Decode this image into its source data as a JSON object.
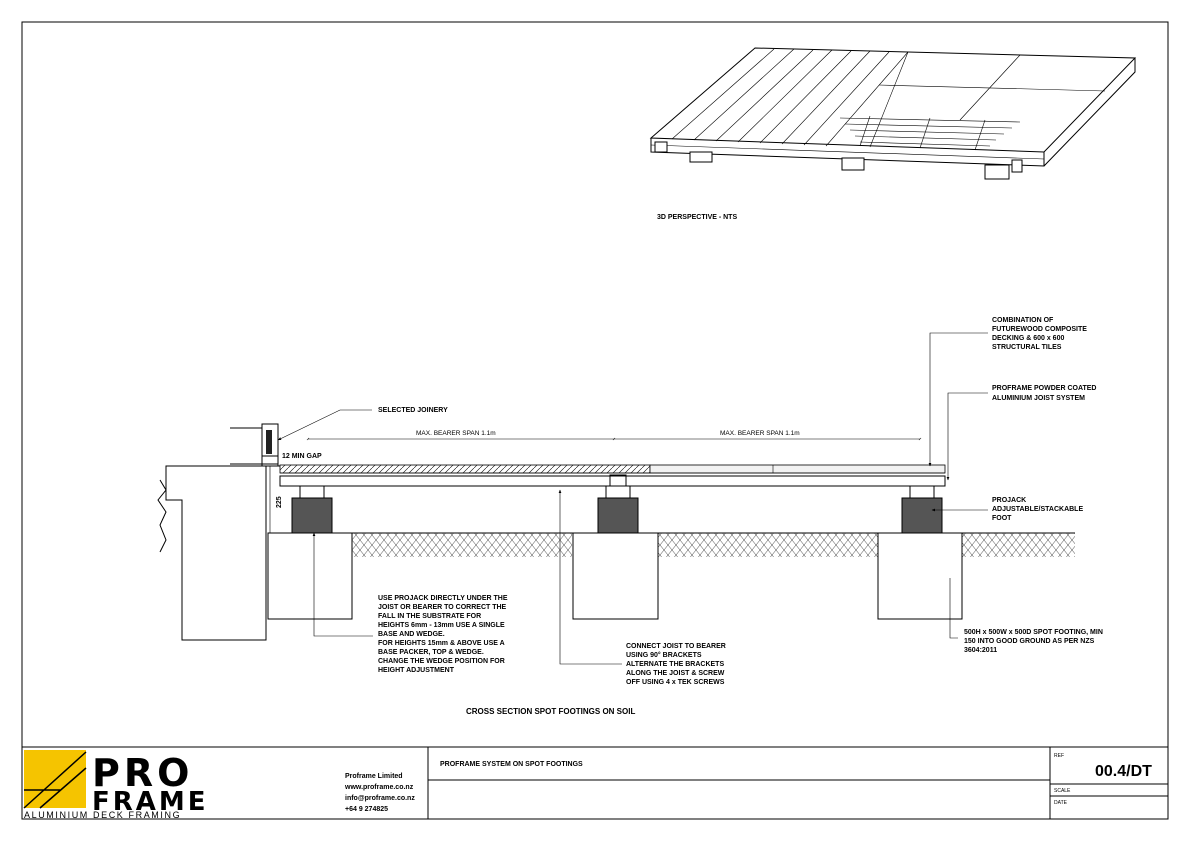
{
  "perspective": {
    "label": "3D PERSPECTIVE - NTS"
  },
  "section": {
    "title": "CROSS SECTION SPOT FOOTINGS ON SOIL",
    "span_left": "MAX. BEARER SPAN 1.1m",
    "span_right": "MAX. BEARER SPAN 1.1m",
    "gap": "12 MIN GAP",
    "height_dim": "225"
  },
  "notes": {
    "decking": [
      "COMBINATION OF",
      "FUTUREWOOD COMPOSITE",
      "DECKING & 600 x 600",
      "STRUCTURAL TILES"
    ],
    "joist": [
      "PROFRAME POWDER COATED",
      "ALUMINIUM  JOIST SYSTEM"
    ],
    "joinery": [
      "SELECTED JOINERY"
    ],
    "projack": [
      "PROJACK",
      "ADJUSTABLE/STACKABLE",
      "FOOT"
    ],
    "footing": [
      "500H x 500W x 500D SPOT FOOTING, MIN",
      "150 INTO GOOD GROUND AS PER NZS",
      "3604:2011"
    ],
    "use_projack": [
      "USE PROJACK DIRECTLY UNDER THE",
      "JOIST OR BEARER TO CORRECT THE",
      "FALL IN THE SUBSTRATE FOR",
      "HEIGHTS 6mm - 13mm USE A SINGLE",
      "BASE AND WEDGE.",
      "FOR HEIGHTS 15mm & ABOVE USE A",
      "BASE PACKER, TOP & WEDGE.",
      "CHANGE THE WEDGE POSITION FOR",
      "HEIGHT ADJUSTMENT"
    ],
    "connect": [
      "CONNECT JOIST TO BEARER",
      "USING 90° BRACKETS",
      "ALTERNATE THE BRACKETS",
      "ALONG THE JOIST & SCREW",
      "OFF USING 4 x TEK SCREWS"
    ]
  },
  "title_block": {
    "logo_line1": "PRO",
    "logo_line2": "FRAME",
    "logo_tagline": "ALUMINIUM DECK FRAMING",
    "company": [
      "Proframe Limited",
      "www.proframe.co.nz",
      "info@proframe.co.nz",
      "+64 9 274825"
    ],
    "drawing_title": "PROFRAME SYSTEM ON SPOT FOOTINGS",
    "ref_label": "REF",
    "ref": "00.4/DT",
    "scale_label": "SCALE",
    "date_label": "DATE"
  }
}
